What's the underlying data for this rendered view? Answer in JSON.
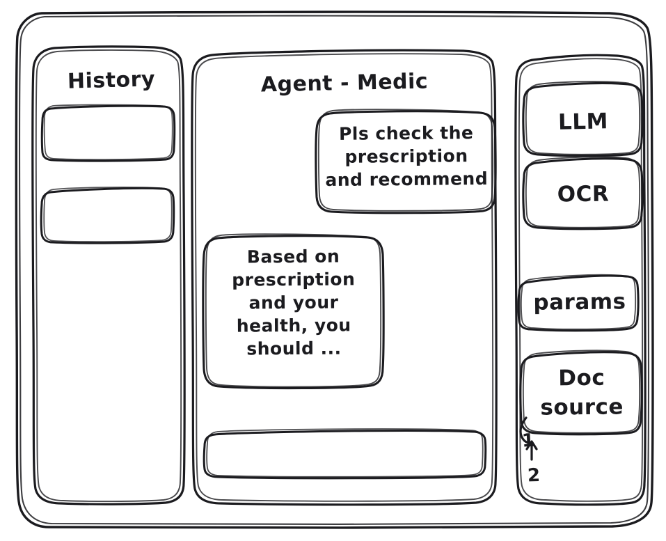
{
  "app": {
    "type": "wireframe-mockup",
    "style": "hand-drawn",
    "stroke_color": "#1b1b1f",
    "background_color": "#ffffff"
  },
  "sidebar_left": {
    "title": "History",
    "items": [
      {
        "label": ""
      },
      {
        "label": ""
      }
    ]
  },
  "main": {
    "title": "Agent - Medic",
    "messages": [
      {
        "role": "user",
        "text": "Pls check the\nprescription\nand recommend"
      },
      {
        "role": "agent",
        "text": "Based on\nprescription\nand your\nhealth, you\nshould ..."
      }
    ],
    "composer": {
      "value": "",
      "placeholder": ""
    }
  },
  "sidebar_right": {
    "buttons": [
      {
        "label": "LLM"
      },
      {
        "label": "OCR"
      },
      {
        "label": "params"
      },
      {
        "label": "Doc\nsource"
      }
    ],
    "source_numbers": [
      {
        "label": "1"
      },
      {
        "label": "2"
      }
    ]
  }
}
